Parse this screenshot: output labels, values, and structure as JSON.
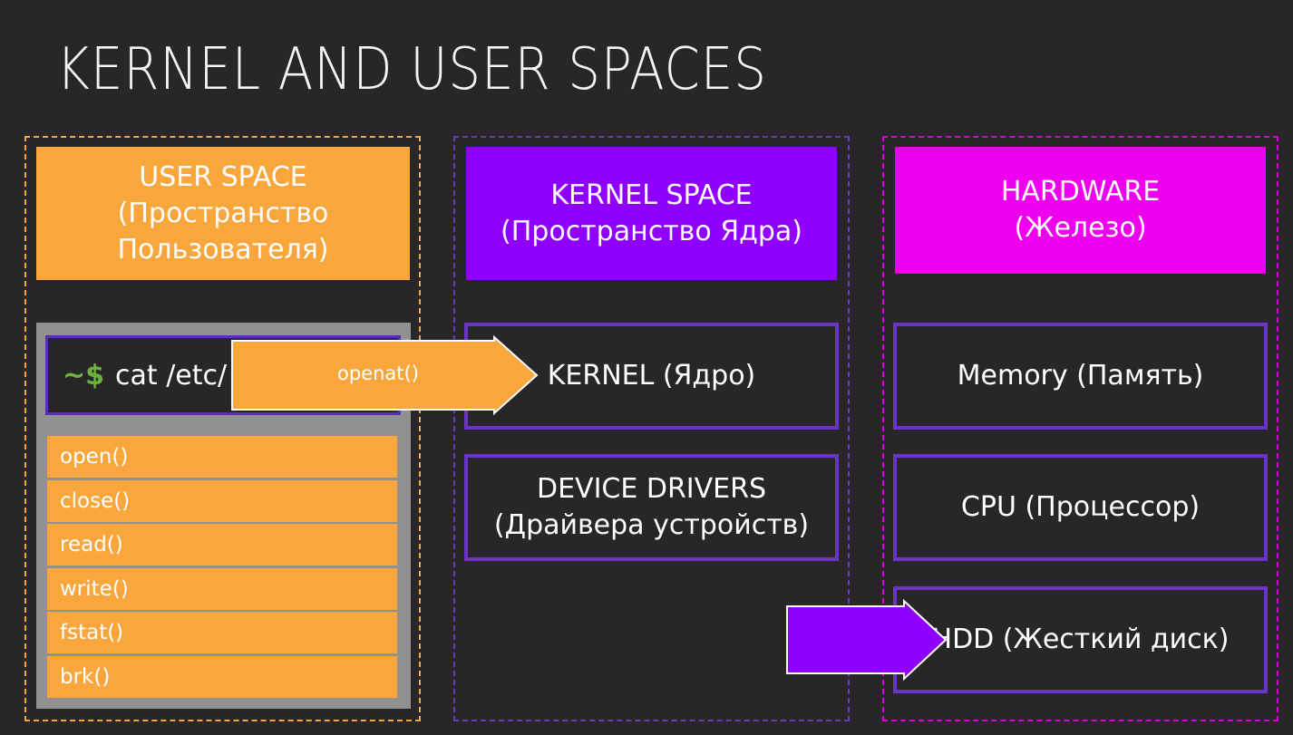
{
  "title": "KERNEL AND USER SPACES",
  "columns": {
    "user": {
      "header": [
        "USER SPACE",
        "(Пространство",
        "Пользователя)"
      ],
      "terminal": {
        "prompt": "~$",
        "command": "cat  /etc/"
      },
      "syscalls": [
        "open()",
        "close()",
        "read()",
        "write()",
        "fstat()",
        "brk()"
      ]
    },
    "kernel": {
      "header": [
        "KERNEL SPACE",
        "(Пространство Ядра)"
      ],
      "kernel_box": "KERNEL (Ядро)",
      "drivers_box": [
        "DEVICE DRIVERS",
        "(Драйвера устройств)"
      ]
    },
    "hardware": {
      "header": [
        "HARDWARE",
        "(Железо)"
      ],
      "memory": "Memory (Память)",
      "cpu": "CPU (Процессор)",
      "hdd": "HDD (Жесткий диск)"
    }
  },
  "arrows": {
    "openat_label": "openat()"
  },
  "colors": {
    "background": "#29262a",
    "user_orange": "#f9a63d",
    "kernel_purple": "#8f00ff",
    "hardware_magenta": "#ee00ee",
    "box_border_purple": "#6a34c8",
    "terminal_panel_gray": "#919191",
    "prompt_green": "#6cb33e"
  }
}
